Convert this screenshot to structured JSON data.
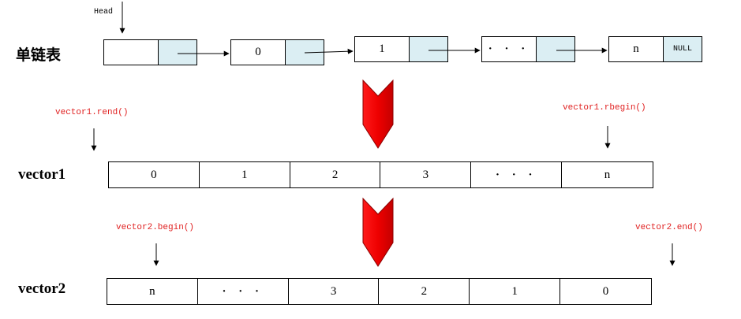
{
  "diagram": {
    "head_label": "Head",
    "linked_list": {
      "label": "单链表",
      "nodes": [
        {
          "value": "",
          "pointer": ""
        },
        {
          "value": "0",
          "pointer": ""
        },
        {
          "value": "1",
          "pointer": ""
        },
        {
          "value": "· · ·",
          "pointer": ""
        },
        {
          "value": "n",
          "pointer": "NULL"
        }
      ]
    },
    "vector1": {
      "label": "vector1",
      "cells": [
        "0",
        "1",
        "2",
        "3",
        "· · ·",
        "n"
      ],
      "rend_label": "vector1.rend()",
      "rbegin_label": "vector1.rbegin()"
    },
    "vector2": {
      "label": "vector2",
      "cells": [
        "n",
        "· · ·",
        "3",
        "2",
        "1",
        "0"
      ],
      "begin_label": "vector2.begin()",
      "end_label": "vector2.end()"
    },
    "colors": {
      "pointer_cell": "#dbeef3",
      "annotation": "#e02020",
      "big_arrow": "#ff0000"
    }
  }
}
